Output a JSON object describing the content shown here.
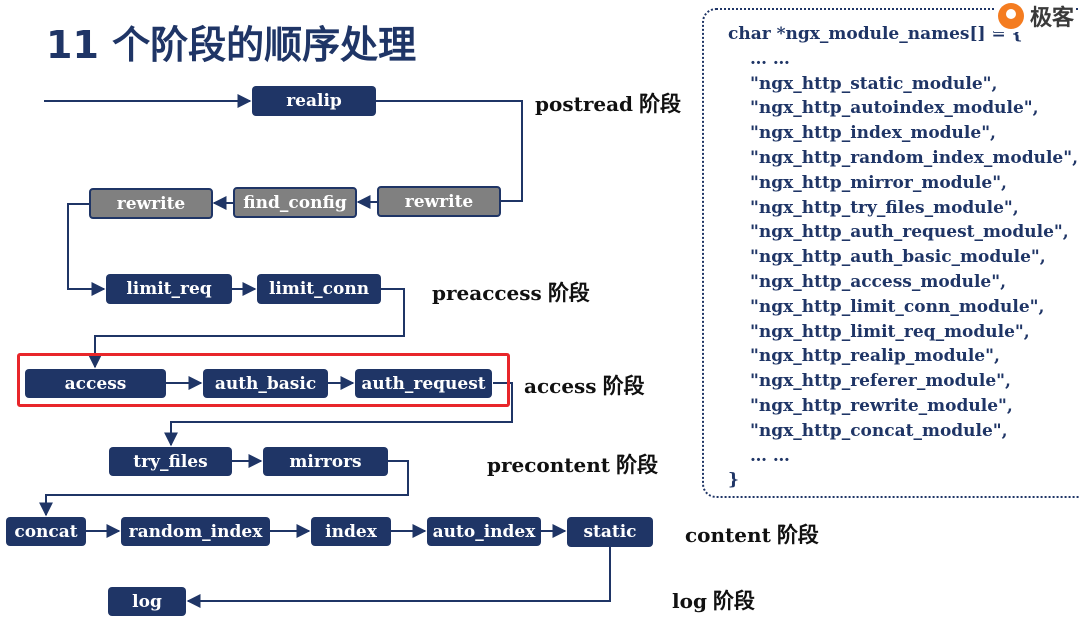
{
  "title": "11 个阶段的顺序处理",
  "logo": {
    "text": "极客",
    "icon": "geektime-logo-icon"
  },
  "colors": {
    "module_fill": "#1f3566",
    "gray_module_fill": "#808080",
    "highlight": "#e8262a",
    "title": "#1f3566"
  },
  "modules": {
    "realip": "realip",
    "rewrite_post": "rewrite",
    "find_config": "find_config",
    "rewrite_server": "rewrite",
    "limit_req": "limit_req",
    "limit_conn": "limit_conn",
    "access": "access",
    "auth_basic": "auth_basic",
    "auth_request": "auth_request",
    "try_files": "try_files",
    "mirrors": "mirrors",
    "concat": "concat",
    "random_index": "random_index",
    "index": "index",
    "auto_index": "auto_index",
    "static": "static",
    "log": "log"
  },
  "stages": {
    "postread": {
      "name": "postread",
      "suffix": "阶段"
    },
    "preaccess": {
      "name": "preaccess",
      "suffix": "阶段"
    },
    "access": {
      "name": "access",
      "suffix": "阶段"
    },
    "precontent": {
      "name": "precontent",
      "suffix": "阶段"
    },
    "content": {
      "name": "content",
      "suffix": "阶段"
    },
    "log": {
      "name": "log",
      "suffix": "阶段"
    }
  },
  "code": {
    "header": "char *ngx_module_names[] = {",
    "ellipsis_top": "… …",
    "lines": [
      "\"ngx_http_static_module\",",
      "\"ngx_http_autoindex_module\",",
      "\"ngx_http_index_module\",",
      "\"ngx_http_random_index_module\",",
      "\"ngx_http_mirror_module\",",
      "\"ngx_http_try_files_module\",",
      "\"ngx_http_auth_request_module\",",
      "\"ngx_http_auth_basic_module\",",
      "\"ngx_http_access_module\",",
      "\"ngx_http_limit_conn_module\",",
      "\"ngx_http_limit_req_module\",",
      "\"ngx_http_realip_module\",",
      "\"ngx_http_referer_module\",",
      "\"ngx_http_rewrite_module\",",
      "\"ngx_http_concat_module\","
    ],
    "ellipsis_bottom": "… …",
    "footer": "}"
  }
}
